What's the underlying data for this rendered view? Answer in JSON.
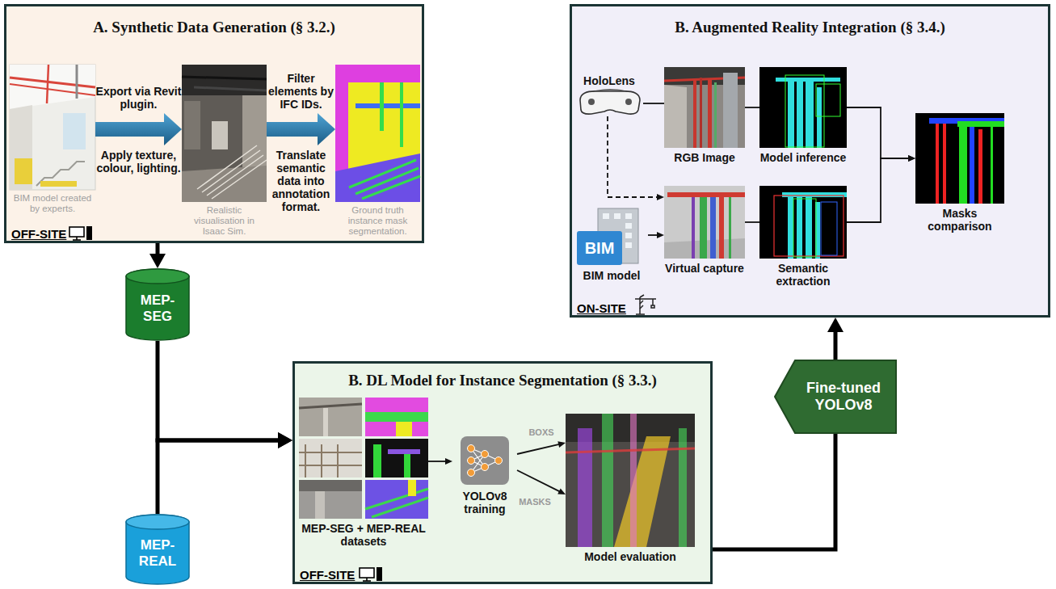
{
  "diagram": {
    "nodes": [
      {
        "text": [
          "A. Synthetic Data Generation (§ 3.2.)",
          "OFF-SITE"
        ]
      },
      {
        "text": [
          "BIM model created by experts."
        ],
        "in": 0
      },
      {
        "text": [
          "Realistic visualisation in Isaac Sim."
        ],
        "in": 0
      },
      {
        "text": [
          "Ground truth instance mask segmentation."
        ],
        "in": 0
      },
      {
        "text": [
          "B. Augmented Reality Integration (§ 3.4.)",
          "ON-SITE"
        ]
      },
      {
        "text": [
          "HoloLens"
        ],
        "in": 4
      },
      {
        "text": [
          "RGB Image"
        ],
        "in": 4
      },
      {
        "text": [
          "Model inference"
        ],
        "in": 4
      },
      {
        "text": [
          "BIM",
          "BIM model"
        ],
        "in": 4
      },
      {
        "text": [
          "Virtual capture"
        ],
        "in": 4
      },
      {
        "text": [
          "Semantic extraction"
        ],
        "in": 4
      },
      {
        "text": [
          "Masks comparison"
        ],
        "in": 4
      },
      {
        "text": [
          "MEP-SEG"
        ]
      },
      {
        "text": [
          "MEP-REAL"
        ]
      },
      {
        "text": [
          "B. DL Model for Instance Segmentation (§ 3.3.)",
          "OFF-SITE"
        ]
      },
      {
        "text": [
          "MEP-SEG + MEP-REAL datasets"
        ],
        "in": 14
      },
      {
        "text": [
          "YOLOv8 training"
        ],
        "in": 14
      },
      {
        "text": [
          "Model evaluation"
        ],
        "in": 14
      },
      {
        "text": [
          "Fine-tuned YOLOv8"
        ]
      }
    ],
    "edges": [
      {
        "from": 0,
        "to": 12,
        "arrow": "to"
      },
      {
        "from": 1,
        "to": 2,
        "arrow": "to"
      },
      {
        "from": 2,
        "to": 3,
        "arrow": "to"
      },
      {
        "from": 12,
        "to": 14,
        "arrow": "to"
      },
      {
        "from": 13,
        "to": 14,
        "arrow": "to"
      },
      {
        "from": 15,
        "to": 16,
        "arrow": "to"
      },
      {
        "from": 16,
        "to": 17,
        "label": "BOXS",
        "arrow": "to"
      },
      {
        "from": 16,
        "to": 17,
        "label": "MASKS",
        "arrow": "to"
      },
      {
        "from": 14,
        "to": 18,
        "arrow": "none"
      },
      {
        "from": 18,
        "to": 4,
        "arrow": "to"
      },
      {
        "from": 5,
        "to": 6,
        "arrow": "none"
      },
      {
        "from": 6,
        "to": 7,
        "arrow": "none"
      },
      {
        "from": 5,
        "to": 9,
        "arrow": "to"
      },
      {
        "from": 8,
        "to": 9,
        "arrow": "to"
      },
      {
        "from": 9,
        "to": 10,
        "arrow": "none"
      },
      {
        "from": 7,
        "to": 11,
        "arrow": "to"
      },
      {
        "from": 10,
        "to": 11,
        "arrow": "to"
      }
    ],
    "labels": [
      "Export via Revit plugin.",
      "Apply texture, colour, lighting.",
      "Filter elements by IFC IDs.",
      "Translate semantic data into annotation format."
    ]
  }
}
